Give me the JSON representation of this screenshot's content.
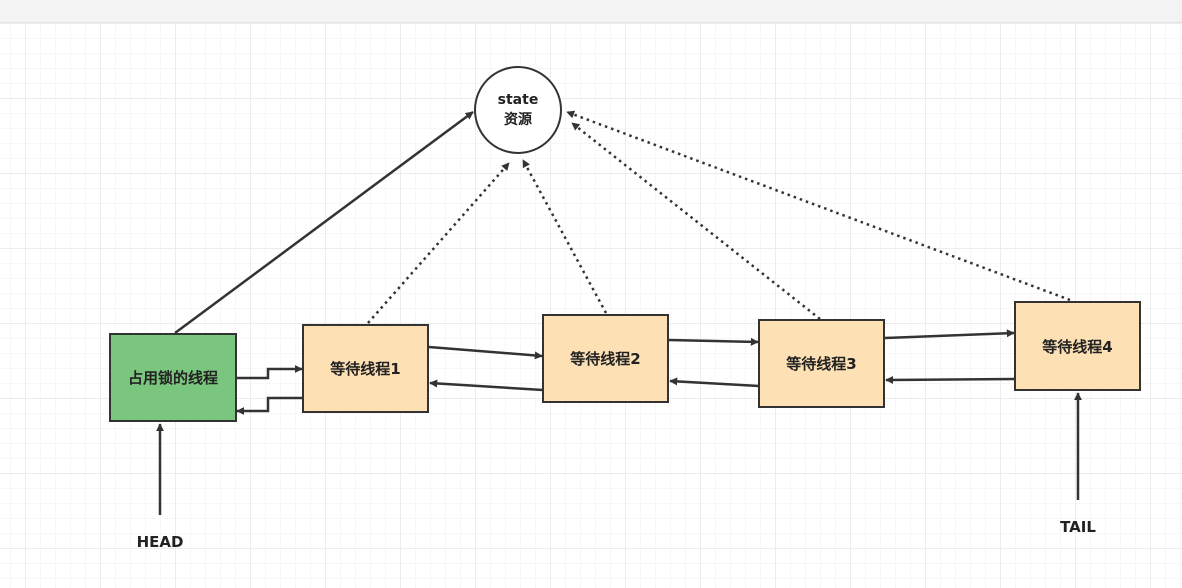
{
  "resource": {
    "line1": "state",
    "line2": "资源"
  },
  "nodes": {
    "owner": "占用锁的线程",
    "wait1": "等待线程1",
    "wait2": "等待线程2",
    "wait3": "等待线程3",
    "wait4": "等待线程4"
  },
  "labels": {
    "head": "HEAD",
    "tail": "TAIL"
  },
  "colors": {
    "owner_fill": "#7bc67e",
    "waiting_fill": "#fde0b4",
    "stroke": "#333333"
  }
}
